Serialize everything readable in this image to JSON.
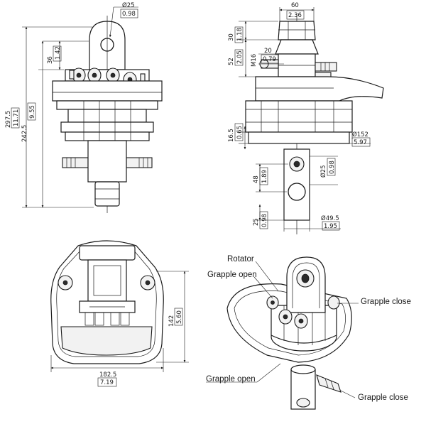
{
  "dims": {
    "top_bore_dia": "Ø25",
    "top_bore_in": "0.98",
    "ear_height": "36",
    "ear_height_in": "1.42",
    "overall_height": "297.5",
    "overall_height_in": "11.71",
    "body_height": "242.5",
    "body_height_in": "9.55",
    "width_top": "60",
    "width_top_in": "2.36",
    "head_30": "30",
    "head_30_in": "1.18",
    "head_52": "52",
    "head_52_in": "2.05",
    "port_thread": "M16",
    "port_20": "20",
    "port_20_in": "0.79",
    "flange_16": "16.5",
    "flange_16_in": "0.65",
    "flange_dia": "Ø152",
    "flange_dia_in": "5.97",
    "shaft_bore_dia": "Ø25",
    "shaft_bore_in": "0.98",
    "bore_spacing": "48",
    "bore_spacing_in": "1.89",
    "shaft_end": "25",
    "shaft_end_in": "0.98",
    "shaft_dia": "Ø49.5",
    "shaft_dia_in": "1.95",
    "plan_height": "142",
    "plan_height_in": "5.60",
    "plan_width": "182.5",
    "plan_width_in": "7.19"
  },
  "labels": {
    "rotator": "Rotator",
    "grapple_open_1": "Grapple open",
    "grapple_close_1": "Grapple close",
    "grapple_open_2": "Grapple open",
    "grapple_close_2": "Grapple close"
  }
}
